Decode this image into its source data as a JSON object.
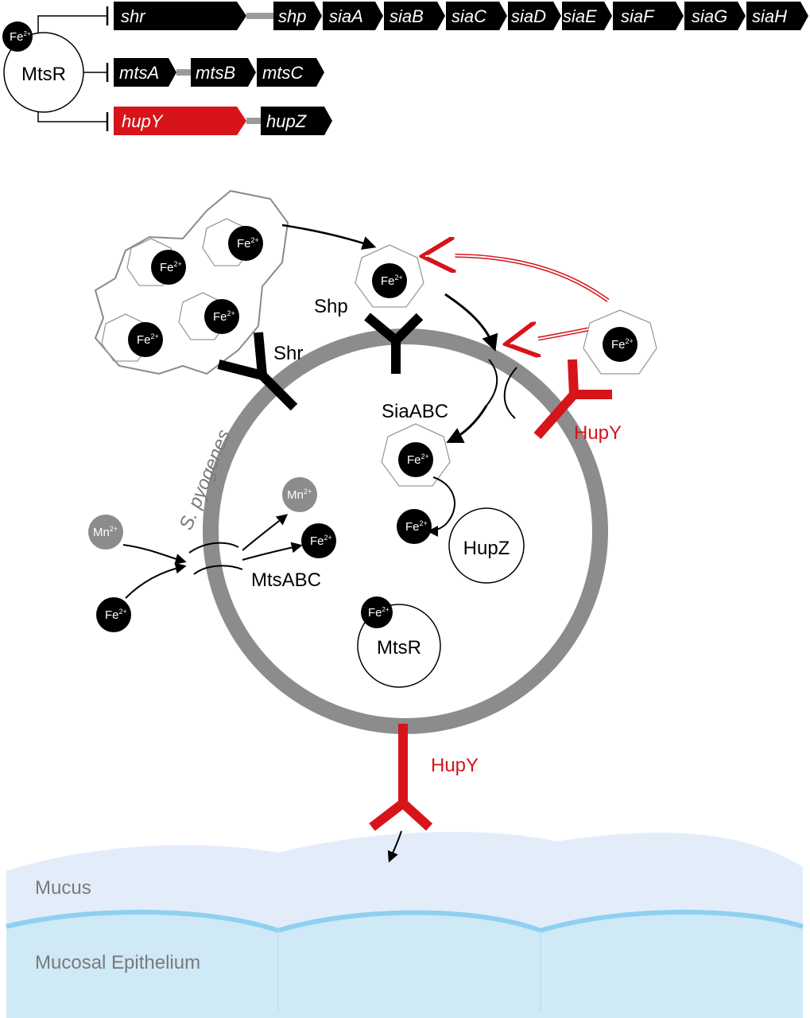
{
  "operons": [
    {
      "genes": [
        "shr",
        "shp",
        "siaA",
        "siaB",
        "siaC",
        "siaD",
        "siaE",
        "siaF",
        "siaG",
        "siaH"
      ]
    },
    {
      "genes": [
        "mtsA",
        "mtsB",
        "mtsC"
      ]
    },
    {
      "genes": [
        "hupY",
        "hupZ"
      ]
    }
  ],
  "regulator": {
    "label": "MtsR",
    "ion": "Fe",
    "charge": "2+"
  },
  "cell": {
    "name": "S. pyogenes"
  },
  "proteins": {
    "shr": "Shr",
    "shp": "Shp",
    "siaabc": "SiaABC",
    "hupy_top": "HupY",
    "hupy_bottom": "HupY",
    "mtsabc": "MtsABC",
    "hupz": "HupZ",
    "mtsr": "MtsR"
  },
  "ions": {
    "fe": "Fe",
    "fe_charge": "2+",
    "mn": "Mn",
    "mn_charge": "2+"
  },
  "host": {
    "mucus": "Mucus",
    "epithelium": "Mucosal Epithelium"
  },
  "colors": {
    "black": "#000000",
    "red": "#d7141a",
    "membrane": "#8c8c8c",
    "mucus": "#e3edfa",
    "epithelium": "#cfe9f7",
    "epithelium_edge": "#8fd0f0"
  }
}
